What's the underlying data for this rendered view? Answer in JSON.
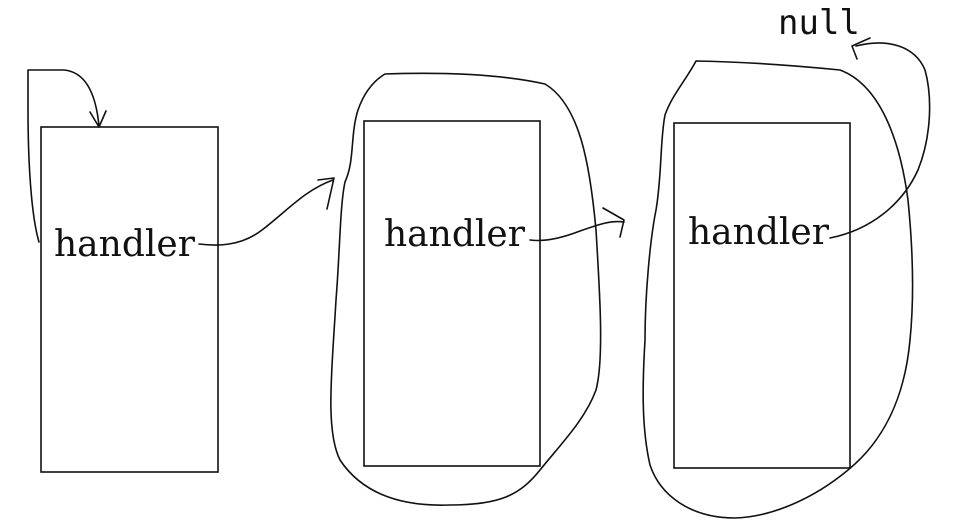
{
  "diagram": {
    "nodes": [
      {
        "label": "handler"
      },
      {
        "label": "handler"
      },
      {
        "label": "handler"
      }
    ],
    "terminal": {
      "label": "null"
    }
  }
}
